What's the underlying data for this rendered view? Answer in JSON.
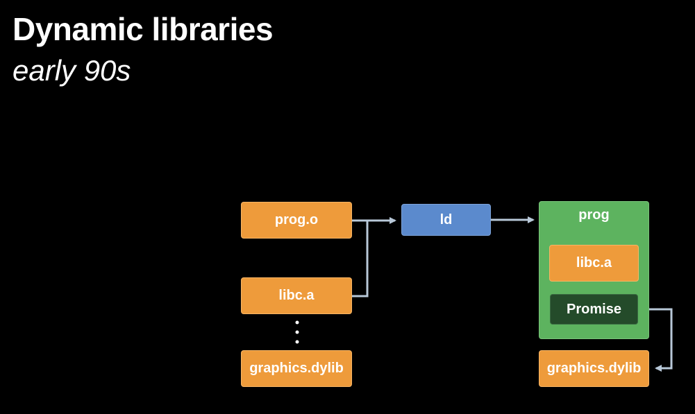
{
  "slide": {
    "title": "Dynamic libraries",
    "subtitle": "early 90s"
  },
  "diagram": {
    "inputs": {
      "prog_o": "prog.o",
      "libc_a": "libc.a",
      "graphics_dylib": "graphics.dylib"
    },
    "linker": "ld",
    "output": {
      "title": "prog",
      "libc_a": "libc.a",
      "promise": "Promise",
      "graphics_dylib": "graphics.dylib"
    }
  },
  "colors": {
    "background": "#000000",
    "orange": "#EE9B3B",
    "blue": "#5B8ACD",
    "green": "#5DB35F",
    "dark_green": "#244B2A",
    "connector": "#B8C8D8"
  }
}
